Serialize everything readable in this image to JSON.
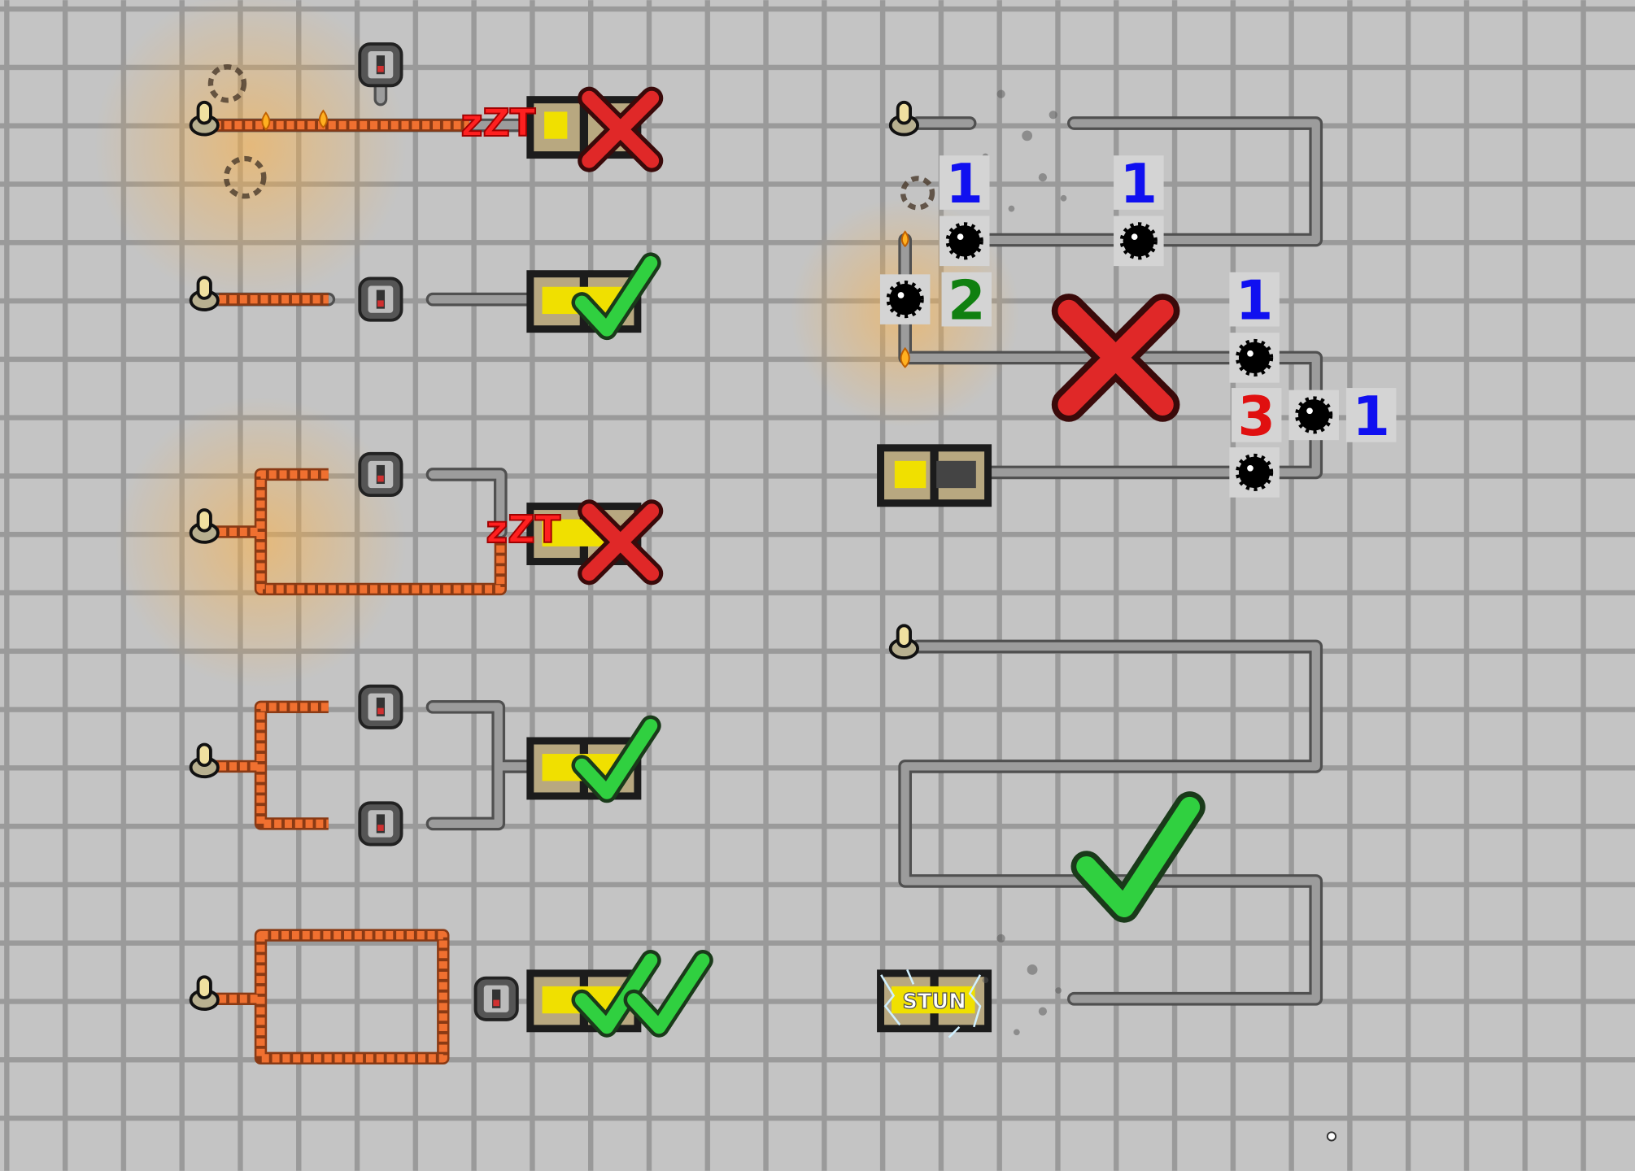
{
  "effects": {
    "zzt_top": "zZT",
    "zzt_middle": "zZT"
  },
  "stun_label": "STUN",
  "minesweeper_numbers": {
    "n1": {
      "text": "1",
      "color": "#1010f0"
    },
    "n2": {
      "text": "1",
      "color": "#1010f0"
    },
    "n3": {
      "text": "2",
      "color": "#108010"
    },
    "n4": {
      "text": "1",
      "color": "#1010f0"
    },
    "n5": {
      "text": "3",
      "color": "#e01010"
    },
    "n6": {
      "text": "1",
      "color": "#1010f0"
    }
  },
  "colors": {
    "floor": "#c2c2c2",
    "grid": "#989898",
    "check": "#30d040",
    "cross": "#e02828",
    "cable": "#f07030"
  }
}
